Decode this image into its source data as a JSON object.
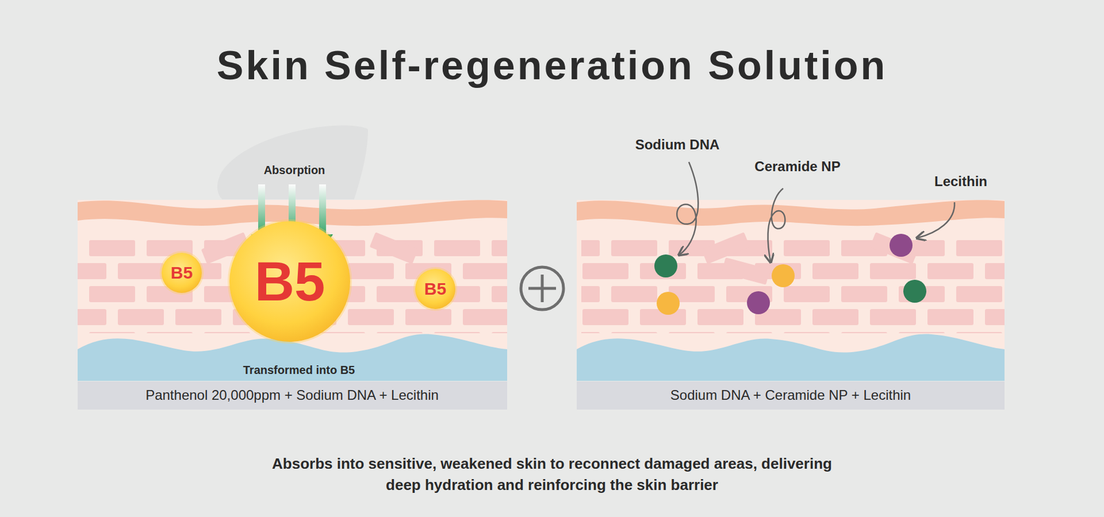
{
  "diagram": {
    "title": "Skin Self-regeneration Solution",
    "caption": "Absorbs into sensitive, weakened skin to reconnect damaged areas, delivering deep hydration and reinforcing the skin barrier",
    "nodes": [
      {
        "text": [
          "B5"
        ]
      },
      {
        "text": [
          "B5"
        ]
      },
      {
        "text": [
          "B5"
        ]
      },
      {
        "text": [
          "Panthenol 20,000ppm + Sodium DNA + Lecithin"
        ]
      },
      {
        "text": [
          "Sodium DNA + Ceramide NP + Lecithin"
        ]
      }
    ],
    "labels": [
      "Absorption",
      "Transformed into B5",
      "Sodium DNA",
      "Ceramide NP",
      "Lecithin"
    ]
  }
}
